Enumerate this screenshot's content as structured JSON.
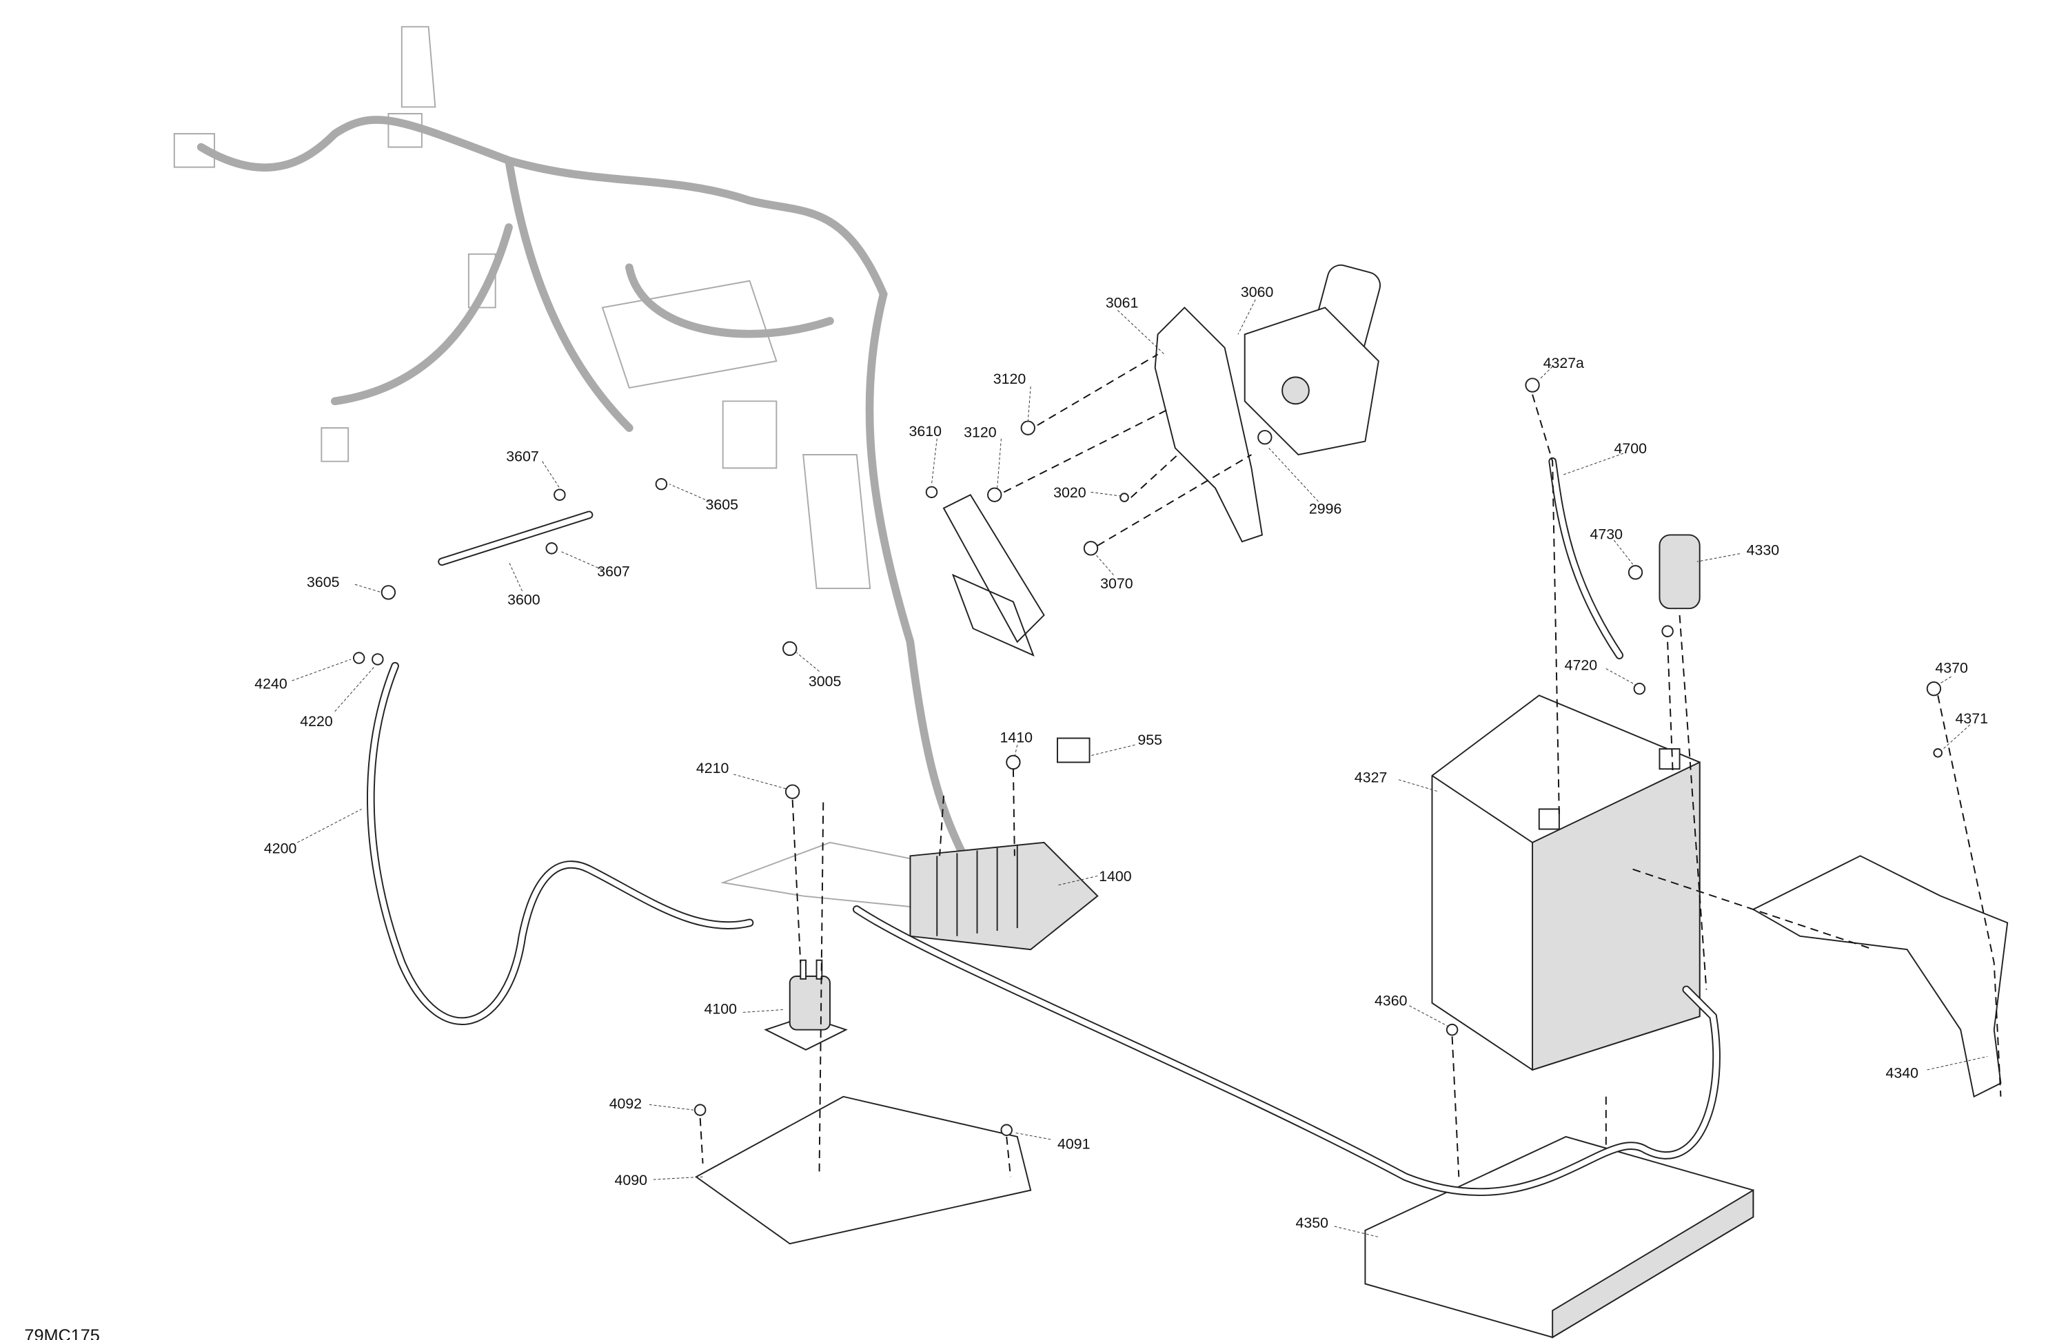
{
  "diagram_code": "79MC175",
  "callouts": [
    {
      "id": "c3061",
      "text": "3061"
    },
    {
      "id": "c3060",
      "text": "3060"
    },
    {
      "id": "c3120a",
      "text": "3120"
    },
    {
      "id": "c3120b",
      "text": "3120"
    },
    {
      "id": "c3610",
      "text": "3610"
    },
    {
      "id": "c3607a",
      "text": "3607"
    },
    {
      "id": "c3605a",
      "text": "3605"
    },
    {
      "id": "c3020",
      "text": "3020"
    },
    {
      "id": "c2996",
      "text": "2996"
    },
    {
      "id": "c3605b",
      "text": "3605"
    },
    {
      "id": "c3600",
      "text": "3600"
    },
    {
      "id": "c3607b",
      "text": "3607"
    },
    {
      "id": "c3070",
      "text": "3070"
    },
    {
      "id": "c4327a",
      "text": "4327a"
    },
    {
      "id": "c4700",
      "text": "4700"
    },
    {
      "id": "c4730",
      "text": "4730"
    },
    {
      "id": "c4330",
      "text": "4330"
    },
    {
      "id": "c4720",
      "text": "4720"
    },
    {
      "id": "c3005",
      "text": "3005"
    },
    {
      "id": "c4240",
      "text": "4240"
    },
    {
      "id": "c4220",
      "text": "4220"
    },
    {
      "id": "c4370",
      "text": "4370"
    },
    {
      "id": "c4371",
      "text": "4371"
    },
    {
      "id": "c1410",
      "text": "1410"
    },
    {
      "id": "c955",
      "text": "955"
    },
    {
      "id": "c4210",
      "text": "4210"
    },
    {
      "id": "c4327",
      "text": "4327"
    },
    {
      "id": "c4200",
      "text": "4200"
    },
    {
      "id": "c1400",
      "text": "1400"
    },
    {
      "id": "c4360",
      "text": "4360"
    },
    {
      "id": "c4100",
      "text": "4100"
    },
    {
      "id": "c4340",
      "text": "4340"
    },
    {
      "id": "c4092",
      "text": "4092"
    },
    {
      "id": "c4091",
      "text": "4091"
    },
    {
      "id": "c4090",
      "text": "4090"
    },
    {
      "id": "c4350",
      "text": "4350"
    }
  ]
}
